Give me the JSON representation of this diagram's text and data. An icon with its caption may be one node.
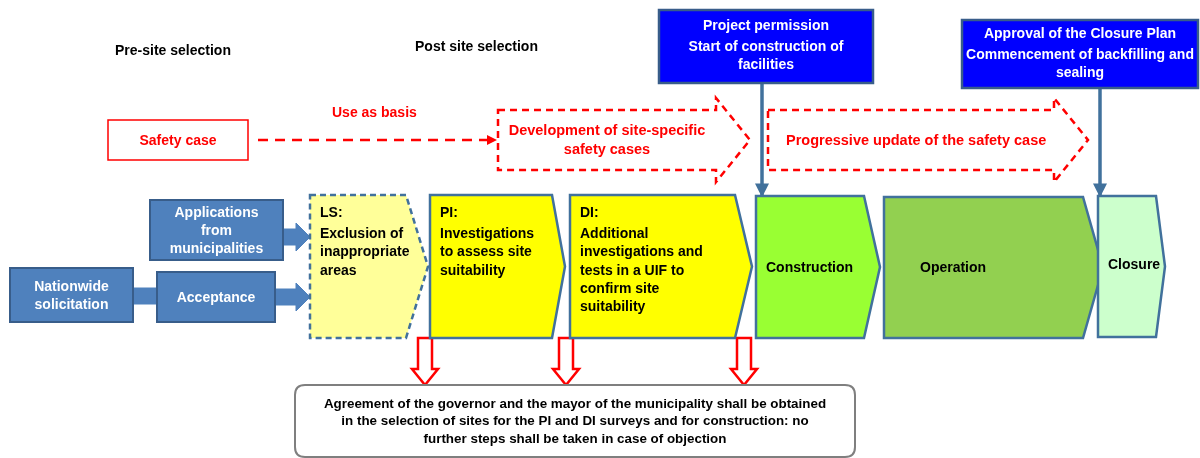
{
  "diagram": {
    "nodes": [
      {
        "text": [
          "Safety case"
        ]
      },
      {
        "text": [
          "Development of site-specific safety cases"
        ]
      },
      {
        "text": [
          "Progressive update of the safety case"
        ]
      },
      {
        "text": [
          "Project permission",
          "Start of construction of facilities"
        ]
      },
      {
        "text": [
          "Approval of the Closure Plan",
          "Commencement of backfilling and sealing"
        ]
      },
      {
        "text": [
          "Applications from municipalities"
        ]
      },
      {
        "text": [
          "Nationwide solicitation"
        ]
      },
      {
        "text": [
          "Acceptance"
        ]
      },
      {
        "text": [
          "LS:",
          "Exclusion of inappropriate areas"
        ]
      },
      {
        "text": [
          "PI:",
          "Investigations to assess site suitability"
        ]
      },
      {
        "text": [
          "DI:",
          "Additional investigations and tests in a UIF to confirm site suitability"
        ]
      },
      {
        "text": [
          "Construction"
        ]
      },
      {
        "text": [
          "Operation"
        ]
      },
      {
        "text": [
          "Closure"
        ]
      },
      {
        "text": [
          "Agreement of the governor and the mayor of the municipality shall be obtained in the selection of sites for the PI and DI surveys and for construction: no further steps shall be taken in case of objection"
        ]
      }
    ],
    "edges": [
      {
        "from": 0,
        "to": 1,
        "arrow": "to",
        "label": "Use as basis",
        "style": "dashed",
        "color": "#ff0000"
      },
      {
        "from": 5,
        "to": 8,
        "arrow": "to",
        "style": "thick"
      },
      {
        "from": 6,
        "to": 7,
        "arrow": "none",
        "style": "thick"
      },
      {
        "from": 7,
        "to": 8,
        "arrow": "to",
        "style": "thick"
      },
      {
        "from": 3,
        "to": 11,
        "arrow": "to"
      },
      {
        "from": 4,
        "to": 13,
        "arrow": "to"
      },
      {
        "from": 8,
        "to": 14,
        "arrow": "to",
        "style": "thick",
        "color": "#ff0000"
      },
      {
        "from": 9,
        "to": 14,
        "arrow": "to",
        "style": "thick",
        "color": "#ff0000"
      },
      {
        "from": 10,
        "to": 14,
        "arrow": "to",
        "style": "thick",
        "color": "#ff0000"
      }
    ],
    "labels": [
      "Pre-site selection",
      "Post site selection"
    ]
  }
}
